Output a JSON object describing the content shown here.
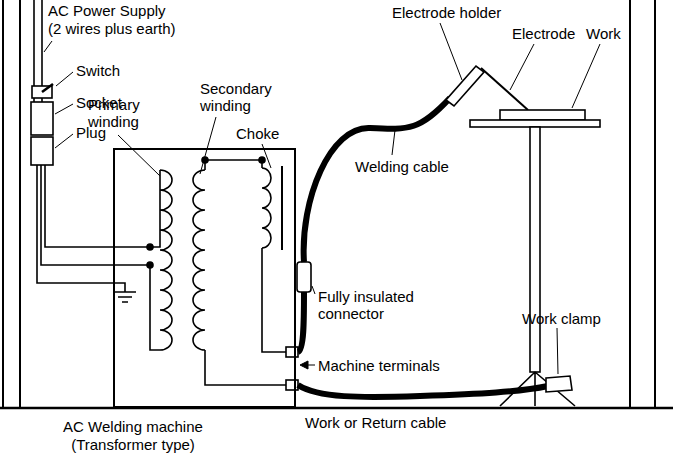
{
  "diagram": {
    "nodes": [
      {
        "text": [
          "AC Welding machine (Transformer type)"
        ]
      }
    ],
    "labels": [
      "AC Power Supply",
      "(2 wires plus earth)",
      "Switch",
      "Socket",
      "Plug",
      "Primary winding",
      "Secondary winding",
      "Choke",
      "Electrode holder",
      "Electrode",
      "Work",
      "Welding cable",
      "Fully insulated connector",
      "Machine terminals",
      "Work clamp",
      "Work or Return cable"
    ]
  }
}
